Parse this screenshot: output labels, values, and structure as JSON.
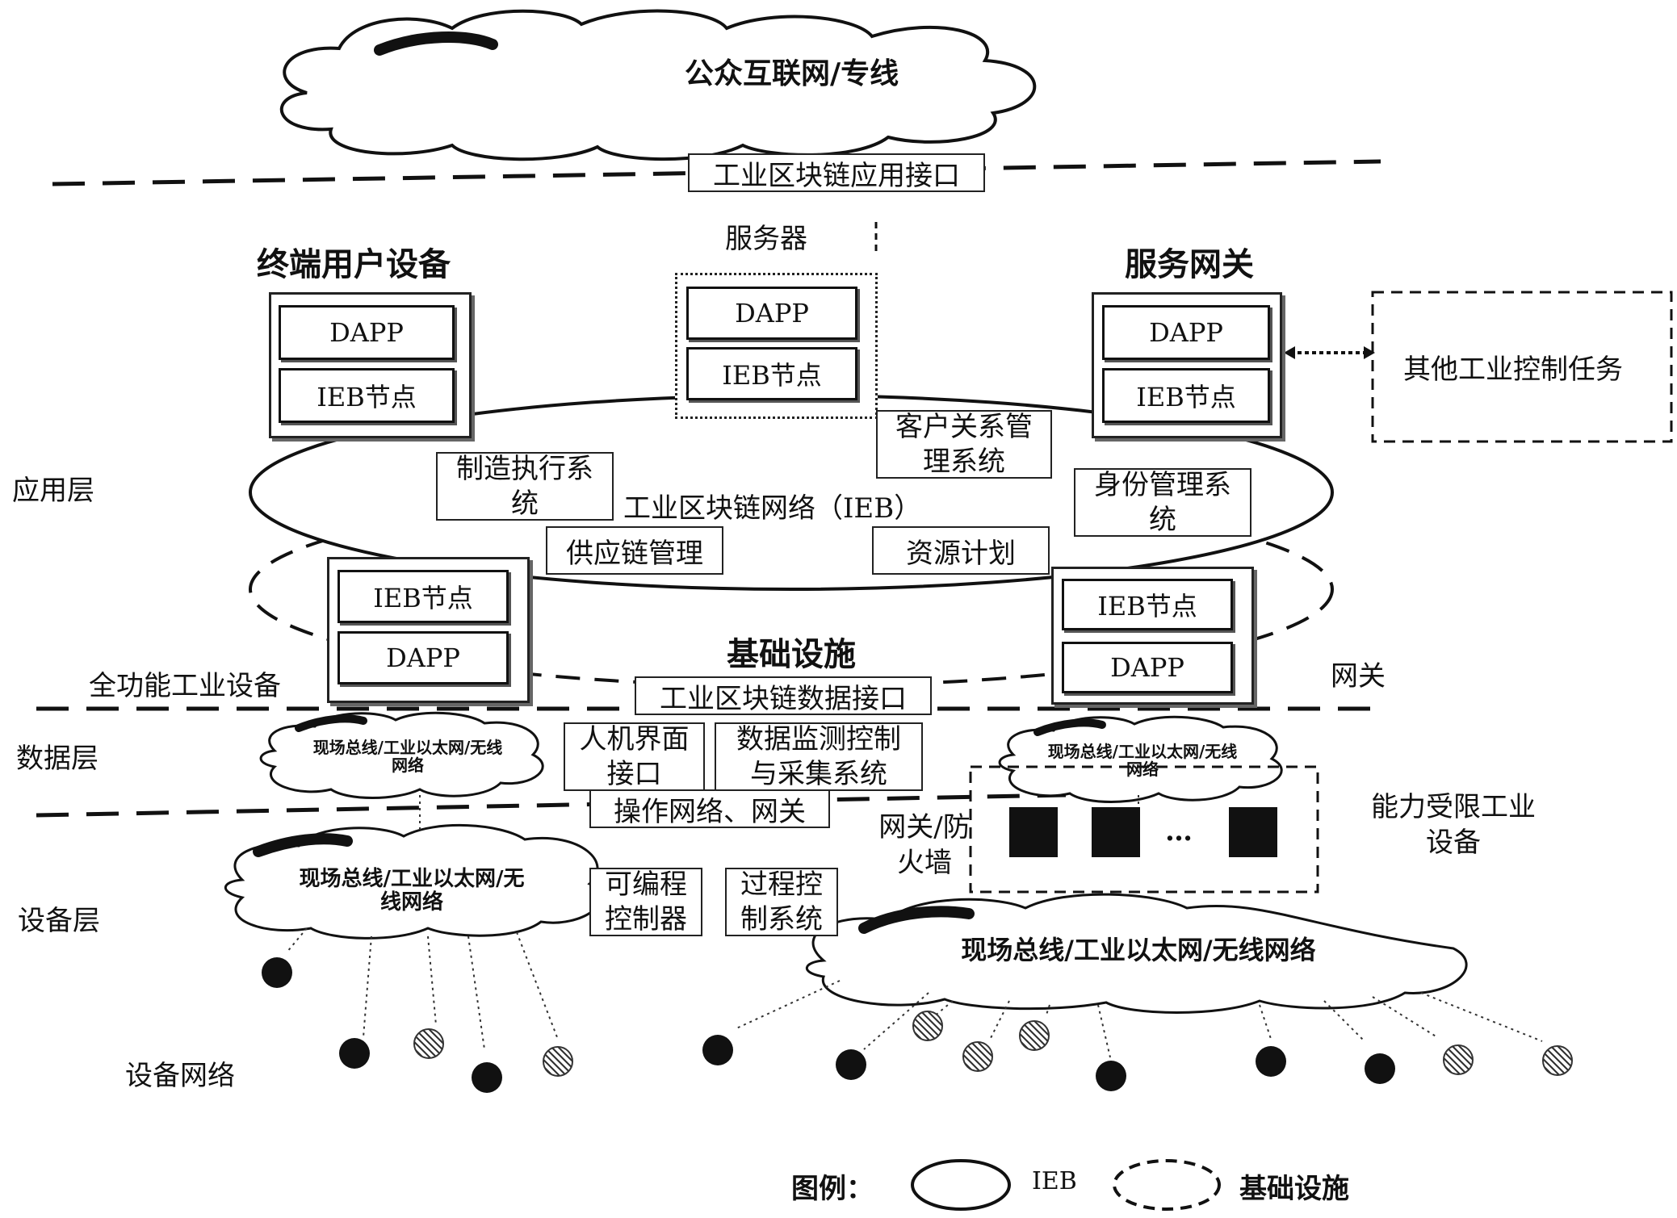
{
  "top_cloud": {
    "label": "公众互联网/专线"
  },
  "interfaces": {
    "app_interface": "工业区块链应用接口",
    "data_interface": "工业区块链数据接口"
  },
  "layers": {
    "application": "应用层",
    "data": "数据层",
    "device": "设备层",
    "device_network": "设备网络"
  },
  "terminal_device": {
    "title": "终端用户设备",
    "dapp": "DAPP",
    "node": "IEB节点"
  },
  "server": {
    "title": "服务器",
    "dapp": "DAPP",
    "node": "IEB节点"
  },
  "service_gateway": {
    "title": "服务网关",
    "dapp": "DAPP",
    "node": "IEB节点"
  },
  "other_tasks": "其他工业控制任务",
  "ieb_network": {
    "label": "工业区块链网络（IEB）",
    "systems": {
      "mes": "制造执行系统",
      "crm": "客户关系管理系统",
      "identity": "身份管理系统",
      "supply_chain": "供应链管理",
      "resource_plan": "资源计划"
    }
  },
  "infrastructure": {
    "label": "基础设施"
  },
  "full_function_device": {
    "title": "全功能工业设备",
    "node": "IEB节点",
    "dapp": "DAPP"
  },
  "gateway": {
    "title": "网关",
    "node": "IEB节点",
    "dapp": "DAPP"
  },
  "data_layer": {
    "hmi": "人机界面接口",
    "scada": "数据监测控制与采集系统",
    "op_network": "操作网络、网关",
    "gateway_firewall": "网关/防火墙",
    "limited_devices": "能力受限工业设备",
    "ellipsis": "…"
  },
  "device_layer": {
    "plc": "可编程控制器",
    "process_control": "过程控制系统"
  },
  "field_bus_clouds": {
    "small": "现场总线/工业以太网/无线网络",
    "large": "现场总线/工业以太网/无线网络"
  },
  "legend": {
    "title": "图例：",
    "ieb": "IEB",
    "infra": "基础设施"
  }
}
